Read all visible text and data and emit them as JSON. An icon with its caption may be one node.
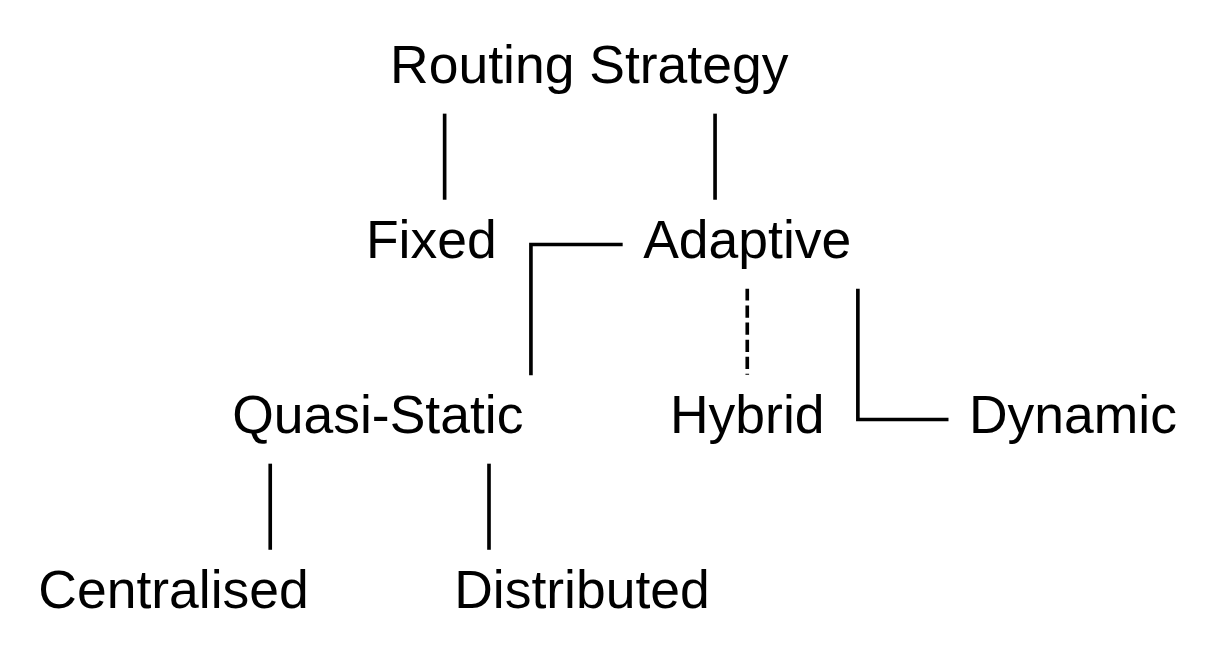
{
  "diagram": {
    "nodes": [
      {
        "text": [
          "Routing Strategy"
        ]
      },
      {
        "text": [
          "Fixed"
        ]
      },
      {
        "text": [
          "Adaptive"
        ]
      },
      {
        "text": [
          "Quasi-Static"
        ]
      },
      {
        "text": [
          "Hybrid"
        ]
      },
      {
        "text": [
          "Dynamic"
        ]
      },
      {
        "text": [
          "Centralised"
        ]
      },
      {
        "text": [
          "Distributed"
        ]
      }
    ],
    "edges": [
      {
        "from": 0,
        "to": 1,
        "arrow": "none"
      },
      {
        "from": 0,
        "to": 2,
        "arrow": "none"
      },
      {
        "from": 2,
        "to": 3,
        "arrow": "none"
      },
      {
        "from": 2,
        "to": 4,
        "arrow": "none",
        "style": "dashed"
      },
      {
        "from": 2,
        "to": 5,
        "arrow": "none"
      },
      {
        "from": 3,
        "to": 6,
        "arrow": "none"
      },
      {
        "from": 3,
        "to": 7,
        "arrow": "none"
      }
    ]
  }
}
